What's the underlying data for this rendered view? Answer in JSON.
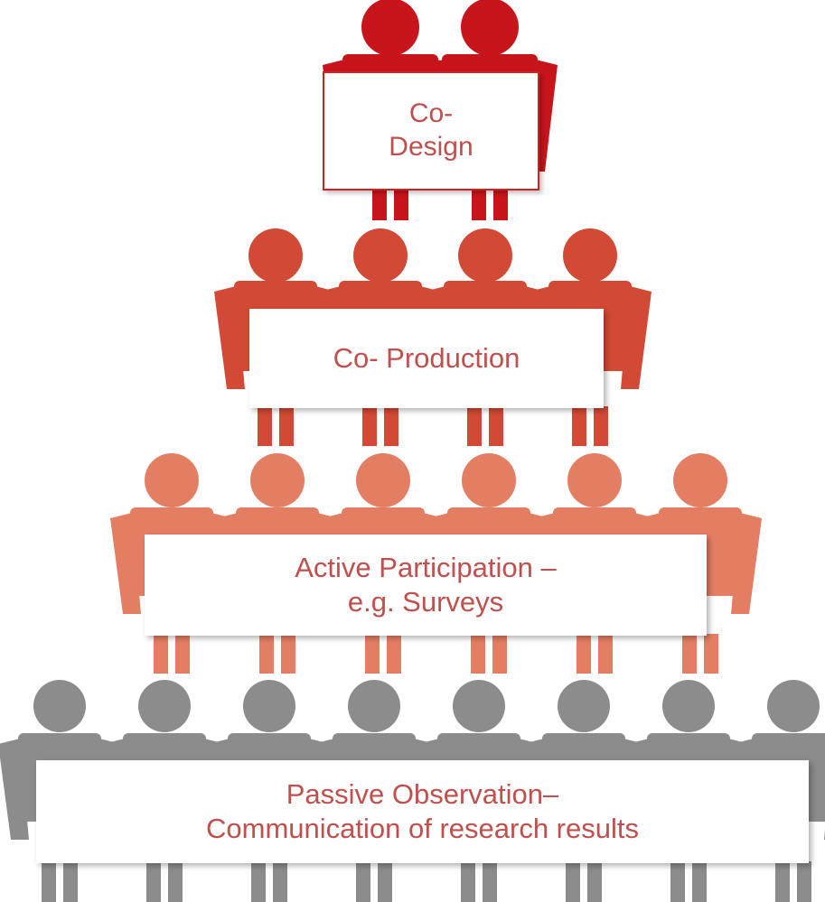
{
  "tiers": [
    {
      "lines": [
        "Co-",
        "Design"
      ],
      "people": 2,
      "color": "#c8151b"
    },
    {
      "lines": [
        "Co- Production"
      ],
      "people": 4,
      "color": "#d24a35"
    },
    {
      "lines": [
        "Active Participation –",
        "e.g. Surveys"
      ],
      "people": 6,
      "color": "#e47e63"
    },
    {
      "lines": [
        "Passive Observation–",
        "Communication of research results"
      ],
      "people": 8,
      "color": "#8c8c8c"
    }
  ],
  "text_color": "#c0504d"
}
